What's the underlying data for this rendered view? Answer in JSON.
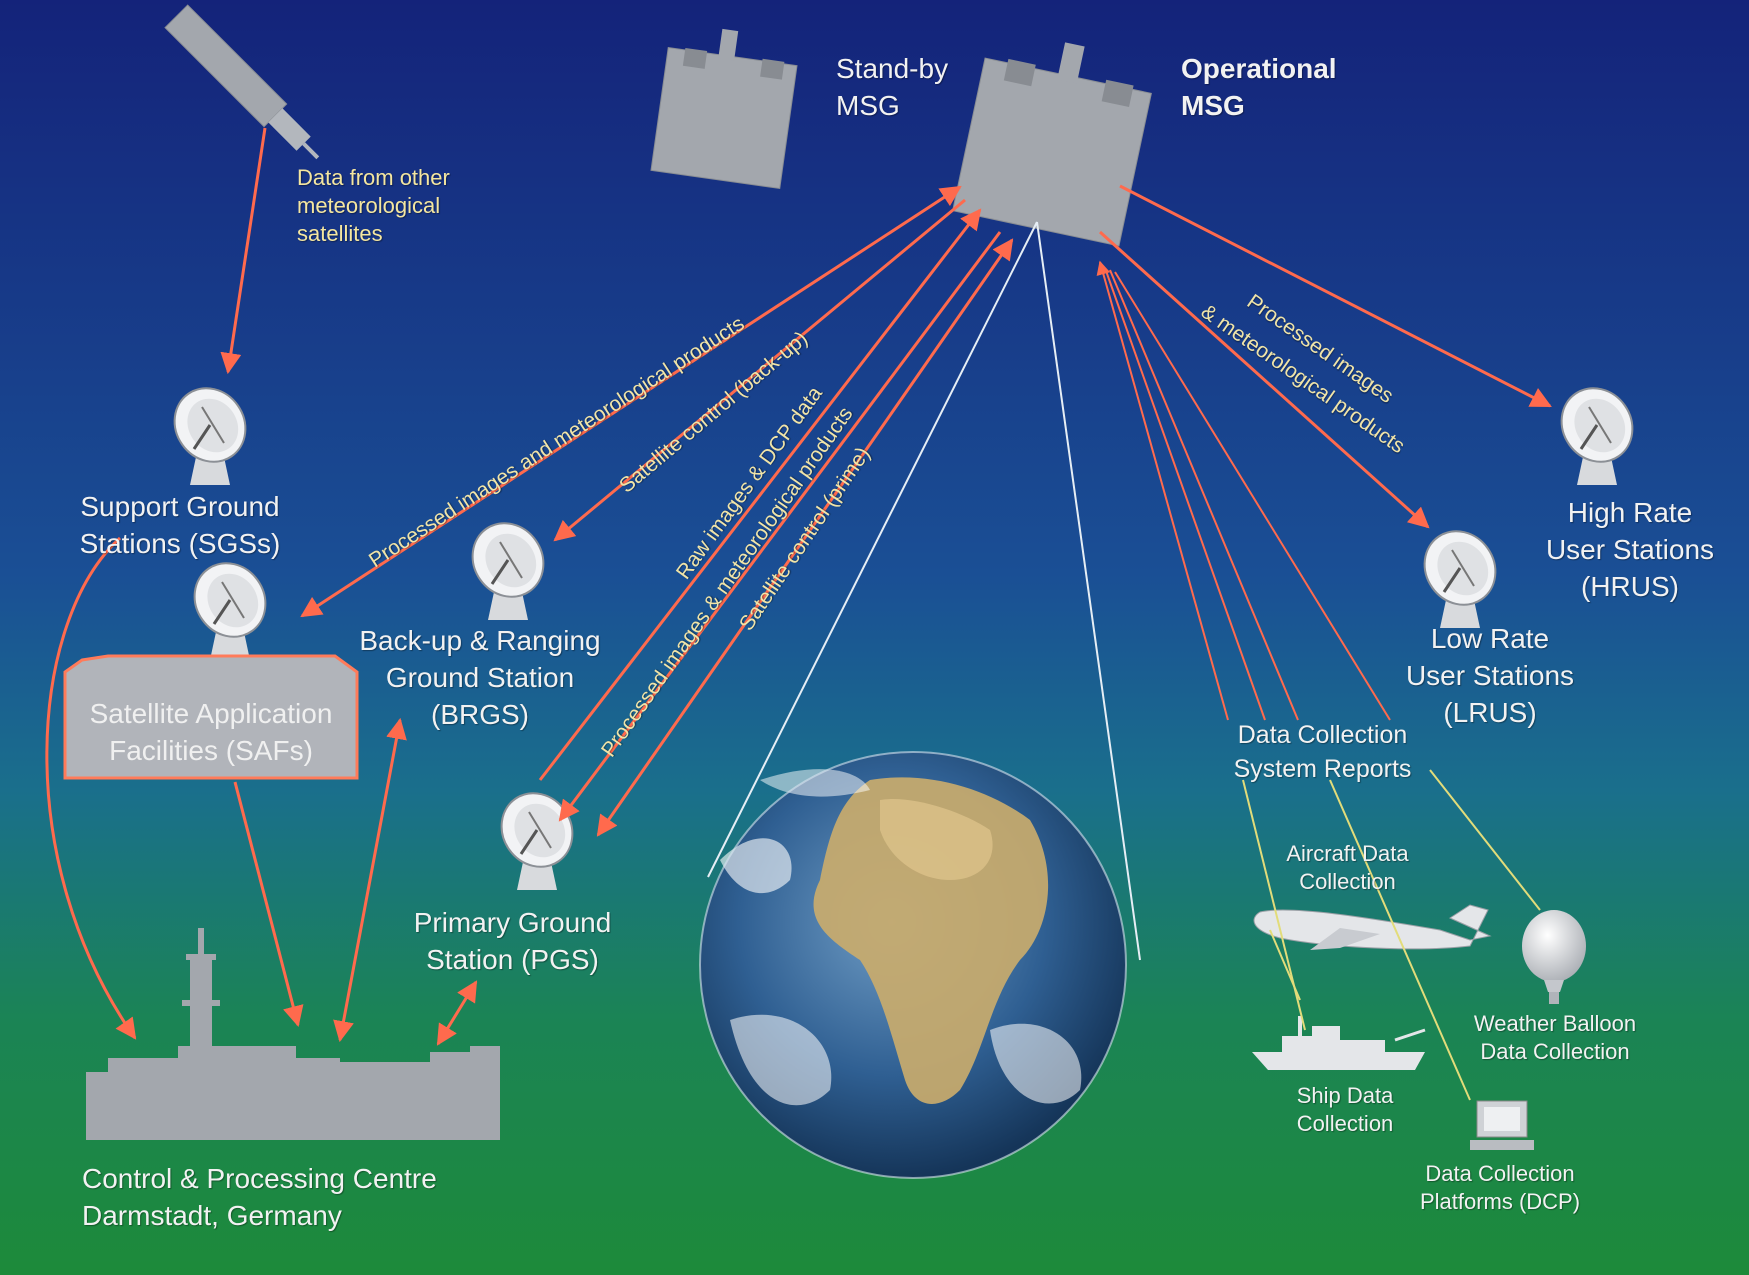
{
  "satellites": {
    "standby_label": "Stand-by\nMSG",
    "operational_label": "Operational\nMSG",
    "other_sat_label": "Data from other\nmeteorological\nsatellites"
  },
  "stations": {
    "sgs": "Support Ground\nStations (SGSs)",
    "saf": "Satellite Application\nFacilities (SAFs)",
    "brgs": "Back-up & Ranging\nGround Station\n(BRGS)",
    "pgs": "Primary Ground\nStation (PGS)",
    "cpc": "Control & Processing Centre\nDarmstadt, Germany",
    "lrus": "Low Rate\nUser Stations\n(LRUS)",
    "hrus": "High Rate\nUser Stations\n(HRUS)"
  },
  "links": {
    "processed_saf": "Processed images and meteorological products",
    "sat_control_backup": "Satellite control (back-up)",
    "raw_images": "Raw images & DCP data",
    "processed_pgs": "Processed images & meteorological products",
    "sat_control_prime": "Satellite control (prime)",
    "processed_users_1": "Processed images",
    "processed_users_2": "& meteorological products"
  },
  "dcs": {
    "reports": "Data Collection\nSystem Reports",
    "aircraft": "Aircraft Data\nCollection",
    "balloon": "Weather Balloon\nData Collection",
    "ship": "Ship Data\nCollection",
    "dcp": "Data Collection\nPlatforms (DCP)"
  },
  "colors": {
    "bg_top": "#14237a",
    "bg_mid": "#165f92",
    "bg_bottom": "#1d8a3a",
    "arrow": "#ff6a4d",
    "label": "#f2f2f2",
    "link_text": "#f0e4a8",
    "gray": "#a3a7ad"
  }
}
